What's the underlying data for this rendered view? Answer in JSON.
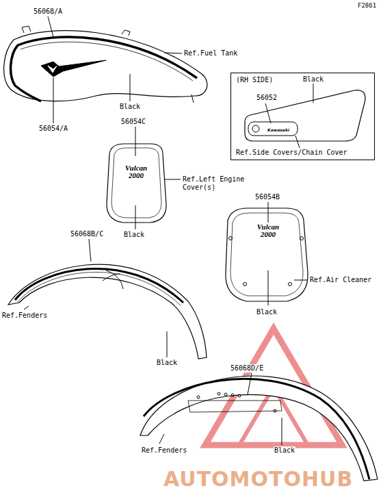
{
  "diagram": {
    "nodes": [
      {
        "text": [
          "(RH SIDE)",
          "Black",
          "56052",
          "Kawasaki",
          "Ref.Side Covers/Chain Cover"
        ]
      }
    ],
    "labels": [
      "F2861",
      "56068/A",
      "Ref.Fuel Tank",
      "Black",
      "56054/A",
      "56054C",
      "Vulcan 2000",
      "Ref.Left Engine Cover(s)",
      "Black",
      "56054B",
      "Vulcan 2000",
      "Ref.Air Cleaner",
      "Black",
      "56068B/C",
      "Ref.Fenders",
      "Black",
      "56068D/E",
      "Ref.Fenders",
      "Black",
      "AUTOMOTOHUB"
    ]
  }
}
